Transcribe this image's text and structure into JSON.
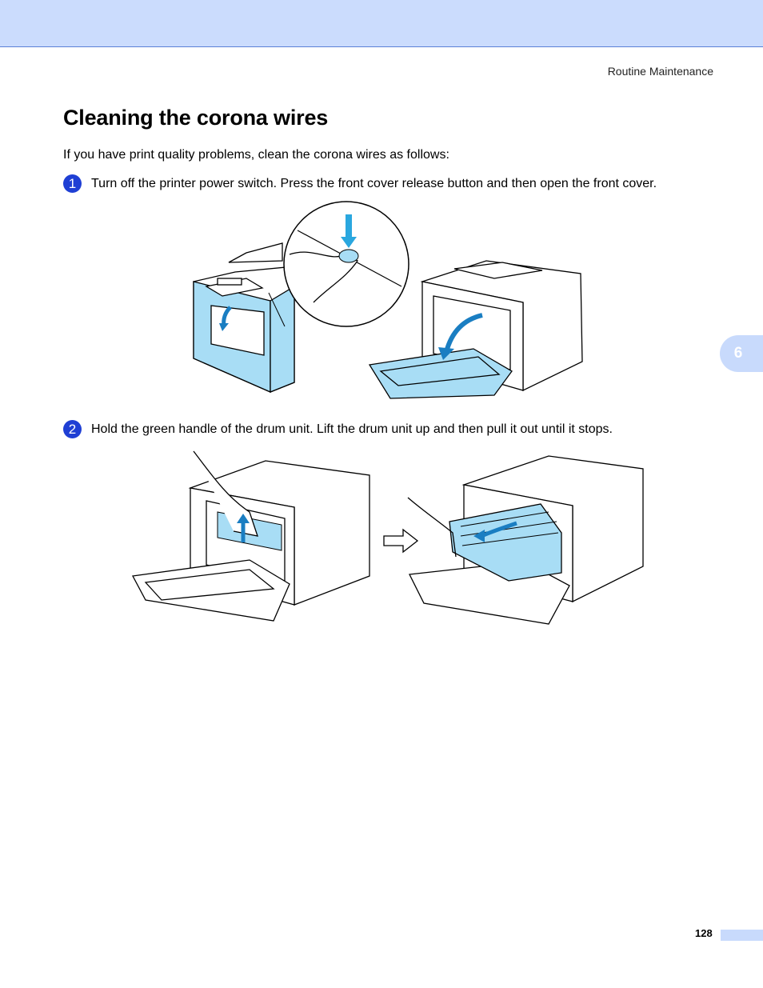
{
  "header": {
    "section": "Routine Maintenance"
  },
  "title": "Cleaning the corona wires",
  "intro": "If you have print quality problems, clean the corona wires as follows:",
  "steps": [
    {
      "num": "1",
      "text": "Turn off the printer power switch. Press the front cover release button and then open the front cover."
    },
    {
      "num": "2",
      "text": "Hold the green handle of the drum unit. Lift the drum unit up and then pull it out until it stops."
    }
  ],
  "chapter_tab": "6",
  "page_number": "128",
  "colors": {
    "band": "#cbdcfd",
    "step_badge": "#1f3fd4",
    "highlight": "#a8ddf5",
    "arrow": "#2aa7df"
  }
}
